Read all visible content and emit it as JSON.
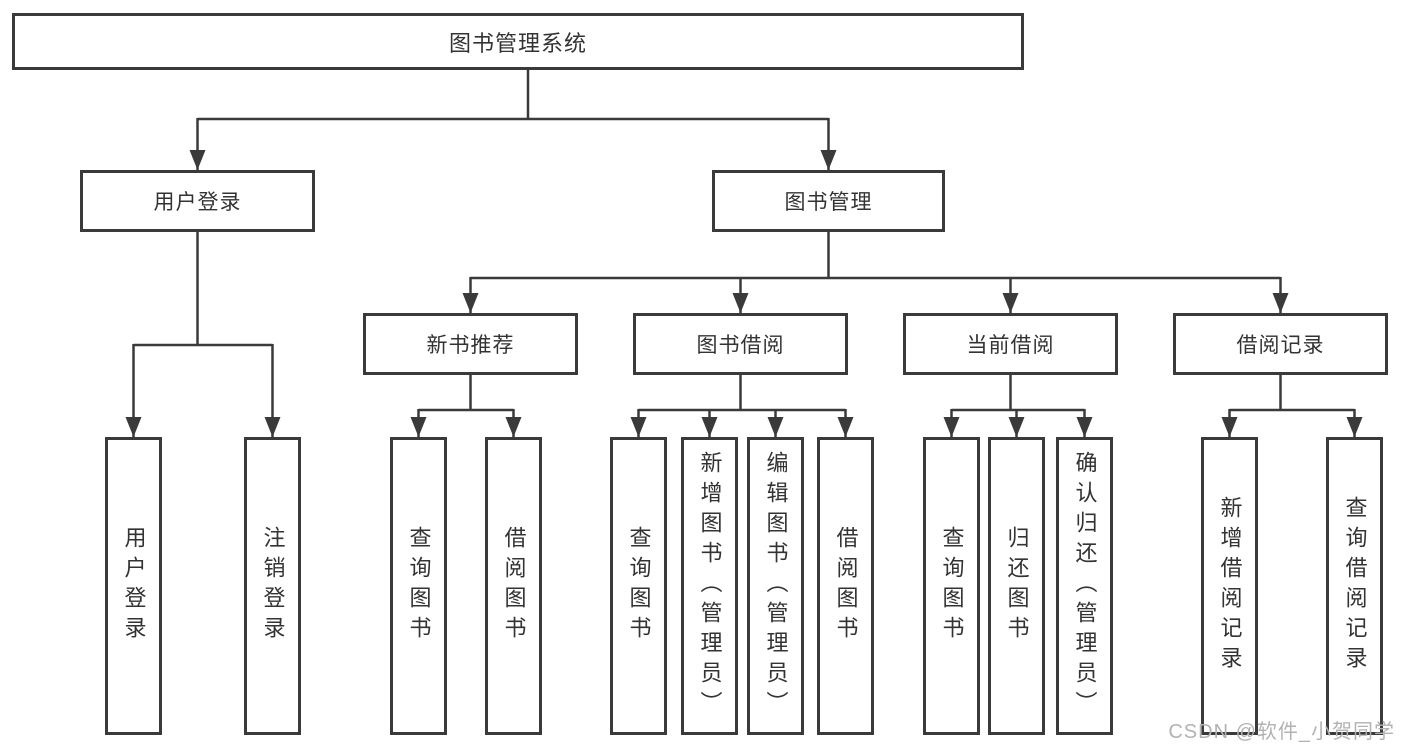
{
  "root": {
    "label": "图书管理系统"
  },
  "branches": {
    "user_login": {
      "label": "用户登录",
      "children": [
        "用户登录",
        "注销登录"
      ]
    },
    "book_management": {
      "label": "图书管理",
      "sections": {
        "new_books": {
          "label": "新书推荐",
          "children": [
            "查询图书",
            "借阅图书"
          ]
        },
        "borrowing": {
          "label": "图书借阅",
          "children": [
            "查询图书",
            "新增图书（管理员）",
            "编辑图书（管理员）",
            "借阅图书"
          ]
        },
        "current": {
          "label": "当前借阅",
          "children": [
            "查询图书",
            "归还图书",
            "确认归还（管理员）"
          ]
        },
        "records": {
          "label": "借阅记录",
          "children": [
            "新增借阅记录",
            "查询借阅记录"
          ]
        }
      }
    }
  },
  "watermark": {
    "text": "CSDN @软件_小贺同学"
  },
  "colors": {
    "line": "#3a3a3a",
    "text": "#333333",
    "background": "#ffffff",
    "watermark": "#b2b2b2"
  }
}
